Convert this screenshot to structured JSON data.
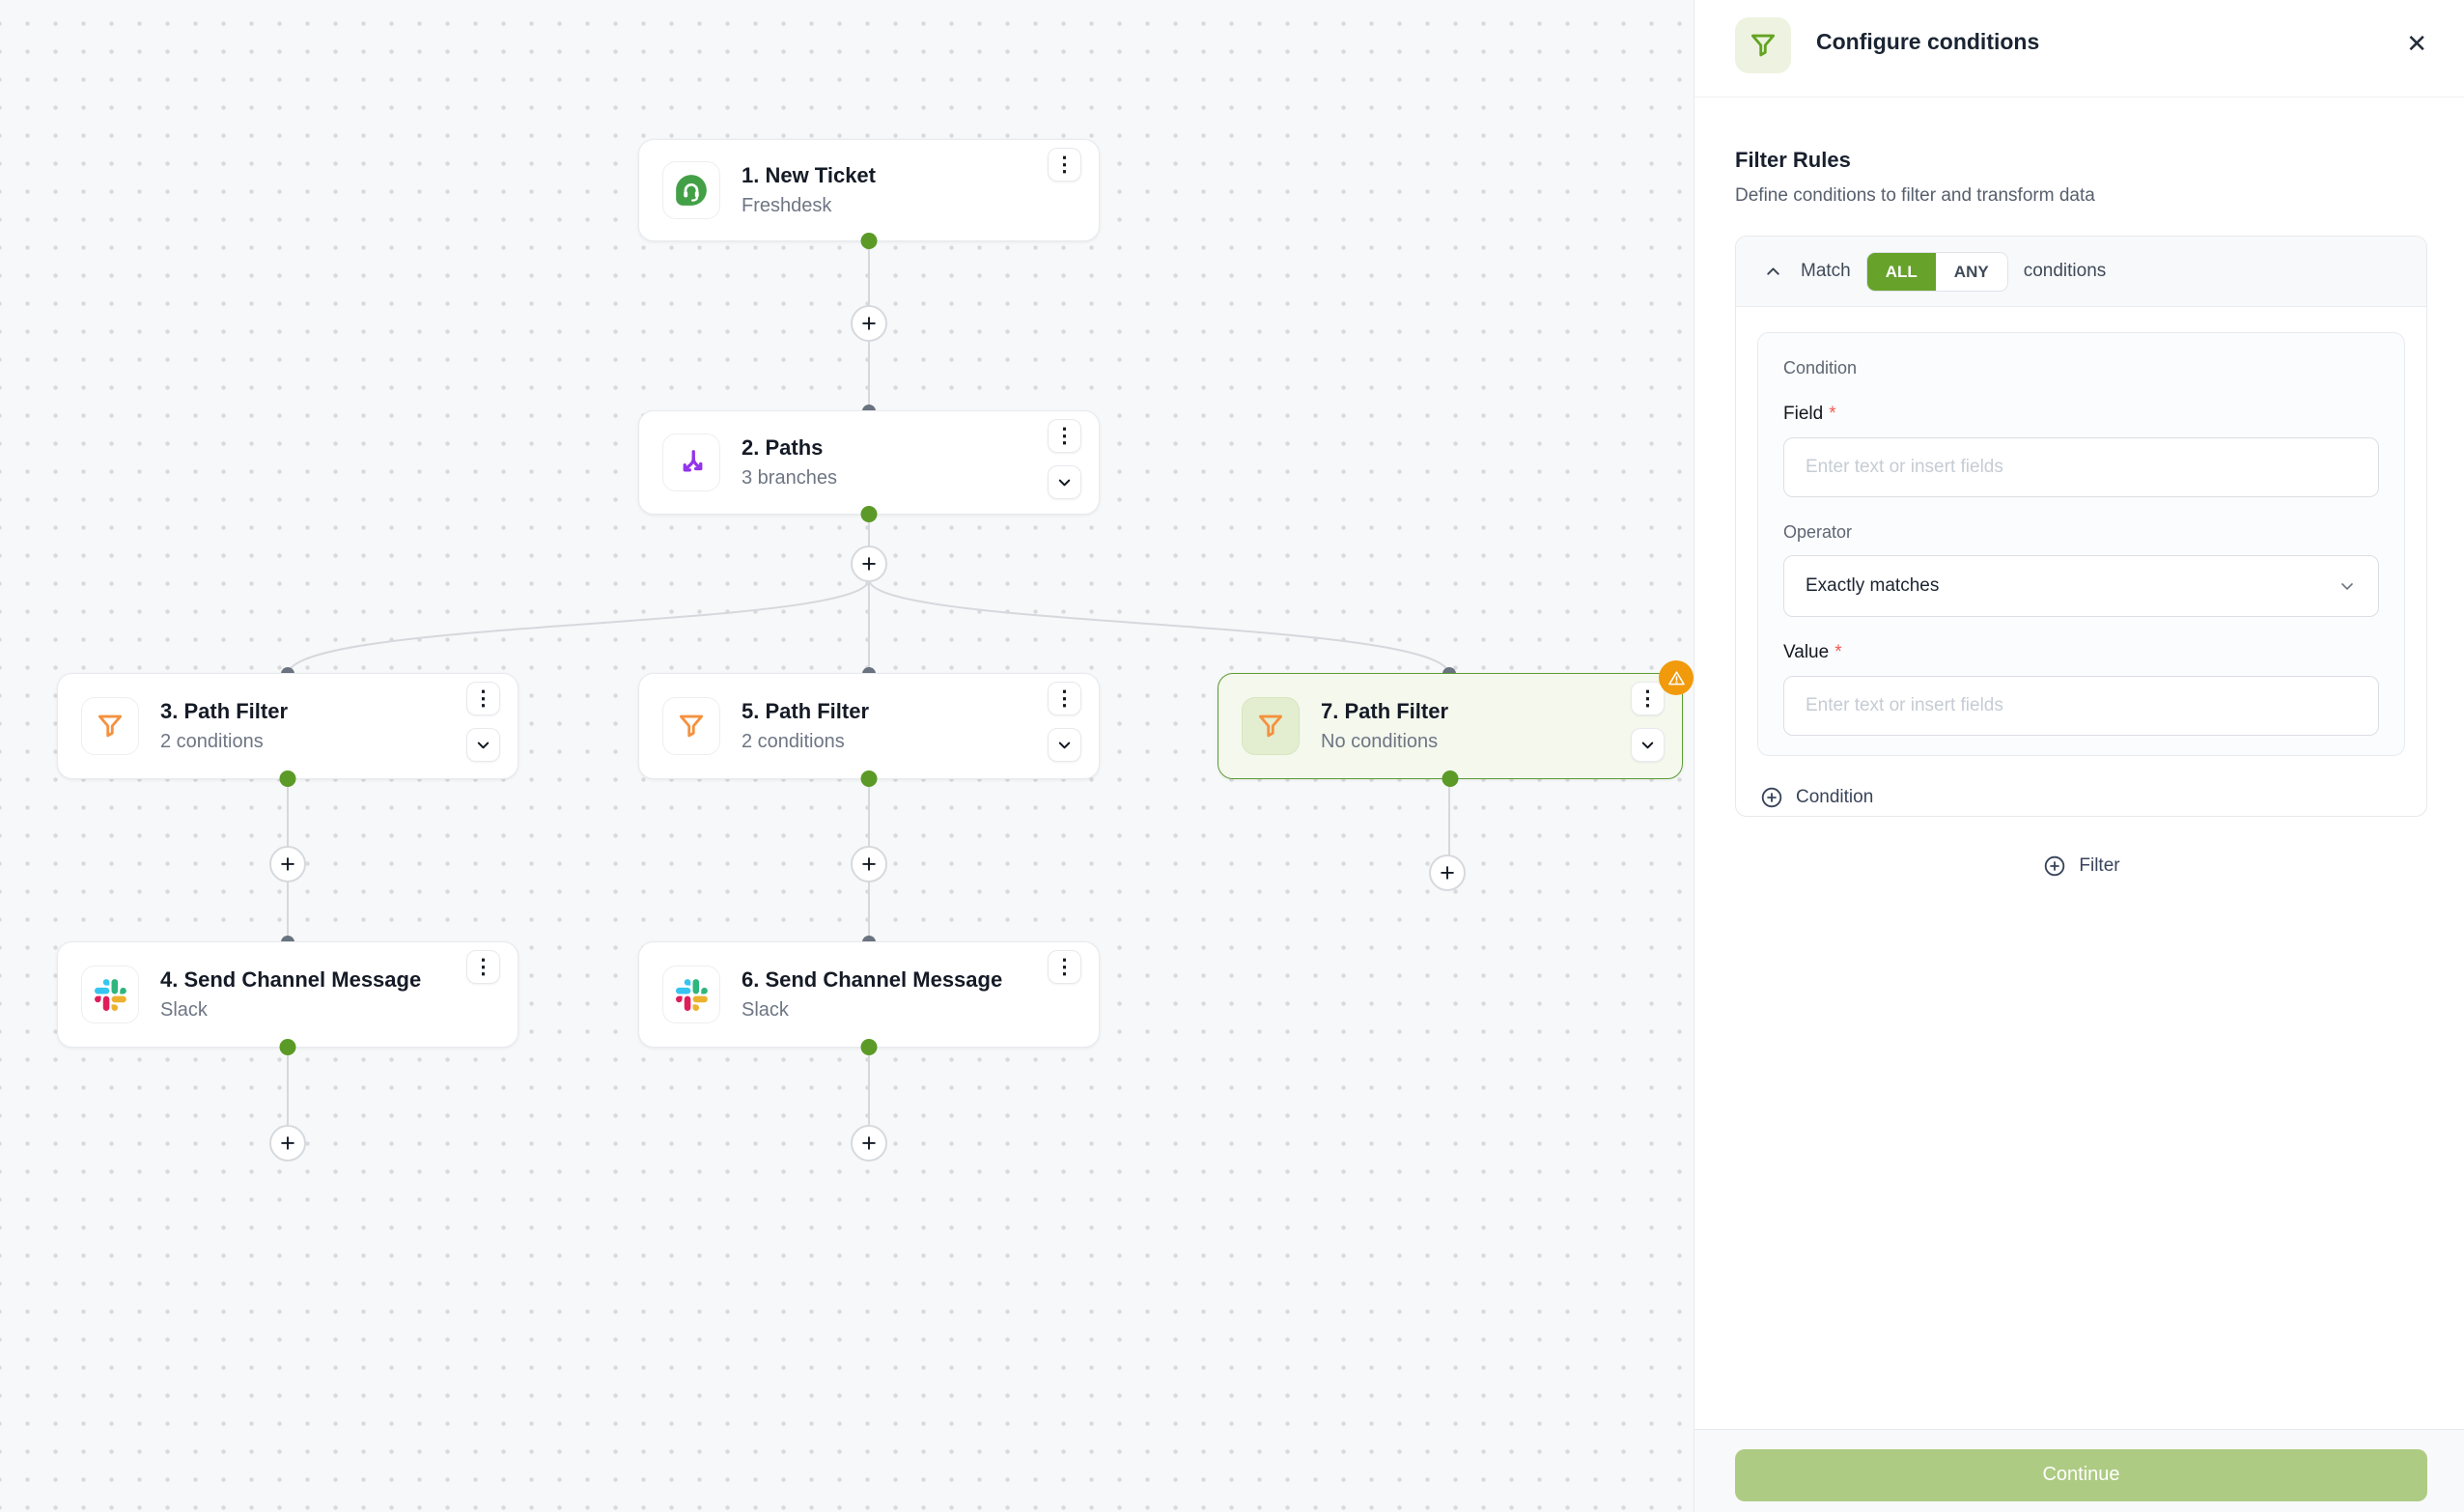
{
  "icons": {
    "close": "✕",
    "plus": "+",
    "kebab": "⋮"
  },
  "panel": {
    "title": "Configure conditions",
    "rules_heading": "Filter Rules",
    "rules_subheading": "Define conditions to filter and transform data",
    "match": {
      "prefix": "Match",
      "all": "ALL",
      "any": "ANY",
      "suffix": "conditions"
    },
    "condition_card": {
      "label": "Condition",
      "field_label": "Field",
      "required": "*",
      "field_placeholder": "Enter text or insert fields",
      "operator_label": "Operator",
      "operator_value": "Exactly matches",
      "value_label": "Value",
      "value_placeholder": "Enter text or insert fields",
      "add_condition": "Condition",
      "add_filter": "Filter"
    },
    "continue_label": "Continue"
  },
  "canvas": {
    "nodes": [
      {
        "title": "1. New Ticket",
        "subtitle": "Freshdesk",
        "app": "freshdesk"
      },
      {
        "title": "2. Paths",
        "subtitle": "3 branches",
        "app": "paths"
      },
      {
        "title": "3. Path Filter",
        "subtitle": "2 conditions",
        "app": "path-filter"
      },
      {
        "title": "4. Send Channel Message",
        "subtitle": "Slack",
        "app": "slack"
      },
      {
        "title": "5. Path Filter",
        "subtitle": "2 conditions",
        "app": "path-filter"
      },
      {
        "title": "6. Send Channel Message",
        "subtitle": "Slack",
        "app": "slack"
      },
      {
        "title": "7. Path Filter",
        "subtitle": "No conditions",
        "app": "path-filter",
        "selected": true,
        "warning": true
      }
    ]
  },
  "colors": {
    "accent_green": "#67a22b",
    "selected_node_border": "#5c9c34",
    "connector_green_dot": "#5b9a27",
    "warning_orange": "#f09a0c",
    "filter_icon_orange": "#f5913e",
    "paths_icon_purple": "#9333ea",
    "freshdesk_green": "#43a047",
    "continue_disabled_green": "#aecb84"
  }
}
